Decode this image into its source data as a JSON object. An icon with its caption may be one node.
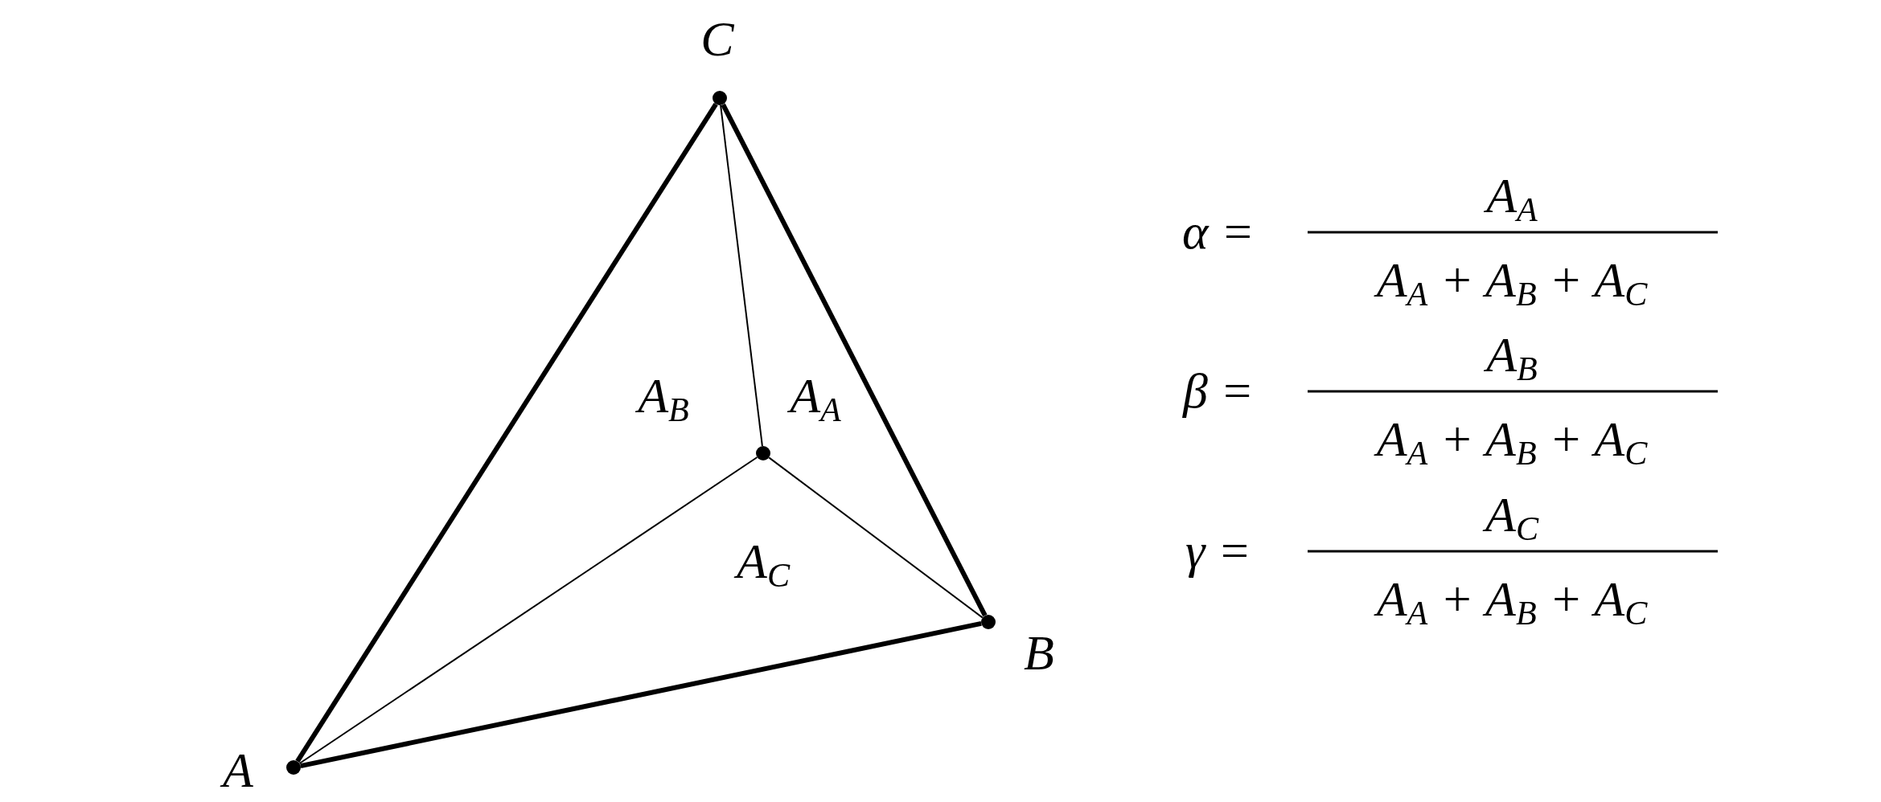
{
  "diagram": {
    "nodes": [
      {
        "text": [
          "C"
        ]
      },
      {
        "text": [],
        "shape": "circle"
      },
      {
        "text": [
          "B"
        ]
      },
      {
        "text": [
          "A"
        ]
      }
    ],
    "edges": [
      {
        "from": 3,
        "to": 0,
        "arrow": "none",
        "style": "thick"
      },
      {
        "from": 0,
        "to": 2,
        "arrow": "none",
        "style": "thick"
      },
      {
        "from": 3,
        "to": 2,
        "arrow": "none",
        "style": "thick"
      },
      {
        "from": 0,
        "to": 1,
        "arrow": "none"
      },
      {
        "from": 3,
        "to": 1,
        "arrow": "none"
      },
      {
        "from": 2,
        "to": 1,
        "arrow": "none"
      }
    ],
    "labels": [
      "α =",
      "A$_{A}$",
      "A$_{A}$ + A$_{B}$ + A$_{C}$",
      "A$_{B}$",
      "A$_{A}$",
      "β =",
      "A$_{B}$",
      "A$_{A}$ + A$_{B}$ + A$_{C}$",
      "γ =",
      "A$_{C}$",
      "A$_{C}$",
      "A$_{A}$ + A$_{B}$ + A$_{C}$"
    ]
  }
}
